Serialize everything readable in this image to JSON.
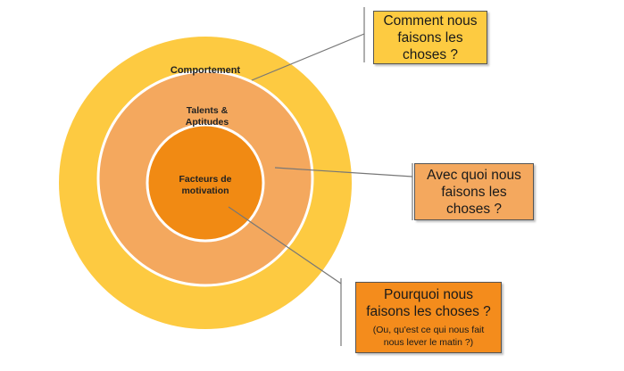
{
  "colors": {
    "outer_ring": "#FDCA41",
    "middle_ring": "#F4A85E",
    "inner_circle": "#F18A13",
    "ring_border": "#FFFFFF",
    "box_how": "#FDCB41",
    "box_with": "#F4A85E",
    "box_why": "#F48C1C",
    "connector": "#777777"
  },
  "rings": {
    "outer_label": "Comportement",
    "middle_label": "Talents &\nAptitudes",
    "inner_label": "Facteurs de\nmotivation"
  },
  "callouts": {
    "how": {
      "text": "Comment nous\nfaisons les\nchoses ?"
    },
    "with": {
      "text": "Avec quoi nous\nfaisons les\nchoses ?"
    },
    "why": {
      "text": "Pourquoi nous\nfaisons les choses ?",
      "note": "(Ou, qu'est ce qui nous fait\nnous lever le matin ?)"
    }
  }
}
